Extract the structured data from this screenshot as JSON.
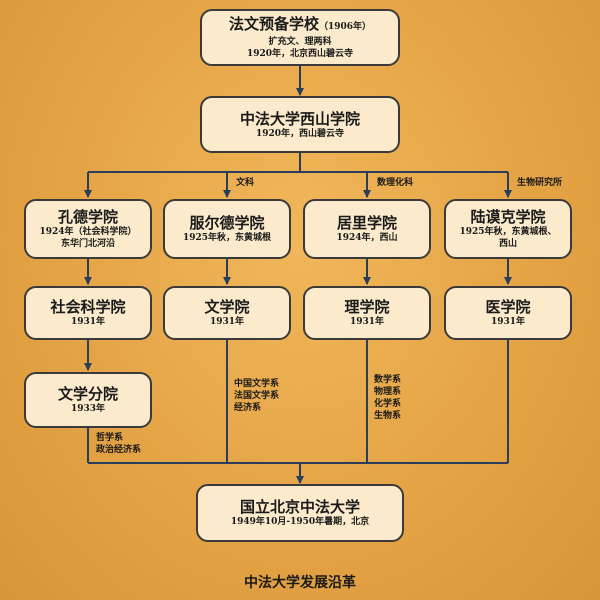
{
  "diagram": {
    "root": {
      "title": "法文预备学校",
      "title_note": "（1906年）",
      "line1": "扩充文、理两科",
      "line2": "1920年，北京西山碧云寺"
    },
    "university": {
      "title": "中法大学西山学院",
      "line1": "1920年，西山碧云寺"
    },
    "branch_labels": {
      "wen": "文科",
      "li": "数理化科",
      "bio": "生物研究所"
    },
    "col1": {
      "a": {
        "title": "孔德学院",
        "line1": "1924年（社会科学院）",
        "line2": "东华门北河沿"
      },
      "b": {
        "title": "社会科学院",
        "line1": "1931年"
      },
      "c": {
        "title": "文学分院",
        "line1": "1933年"
      },
      "depts": [
        "哲学系",
        "政治经济系"
      ]
    },
    "col2": {
      "a": {
        "title": "服尔德学院",
        "line1": "1925年秋，东黄城根"
      },
      "b": {
        "title": "文学院",
        "line1": "1931年"
      },
      "depts": [
        "中国文学系",
        "法国文学系",
        "经济系"
      ]
    },
    "col3": {
      "a": {
        "title": "居里学院",
        "line1": "1924年，西山"
      },
      "b": {
        "title": "理学院",
        "line1": "1931年"
      },
      "depts": [
        "数学系",
        "物理系",
        "化学系",
        "生物系"
      ]
    },
    "col4": {
      "a": {
        "title": "陆谟克学院",
        "line1": "1925年秋，东黄城根、",
        "line2": "西山"
      },
      "b": {
        "title": "医学院",
        "line1": "1931年"
      }
    },
    "final": {
      "title": "国立北京中法大学",
      "line1": "1949年10月-1950年暑期，北京"
    },
    "caption": "中法大学发展沿革"
  },
  "colors": {
    "background": "#e6a74a",
    "box_fill": "#fbeacb",
    "line": "#2a3d5a"
  }
}
